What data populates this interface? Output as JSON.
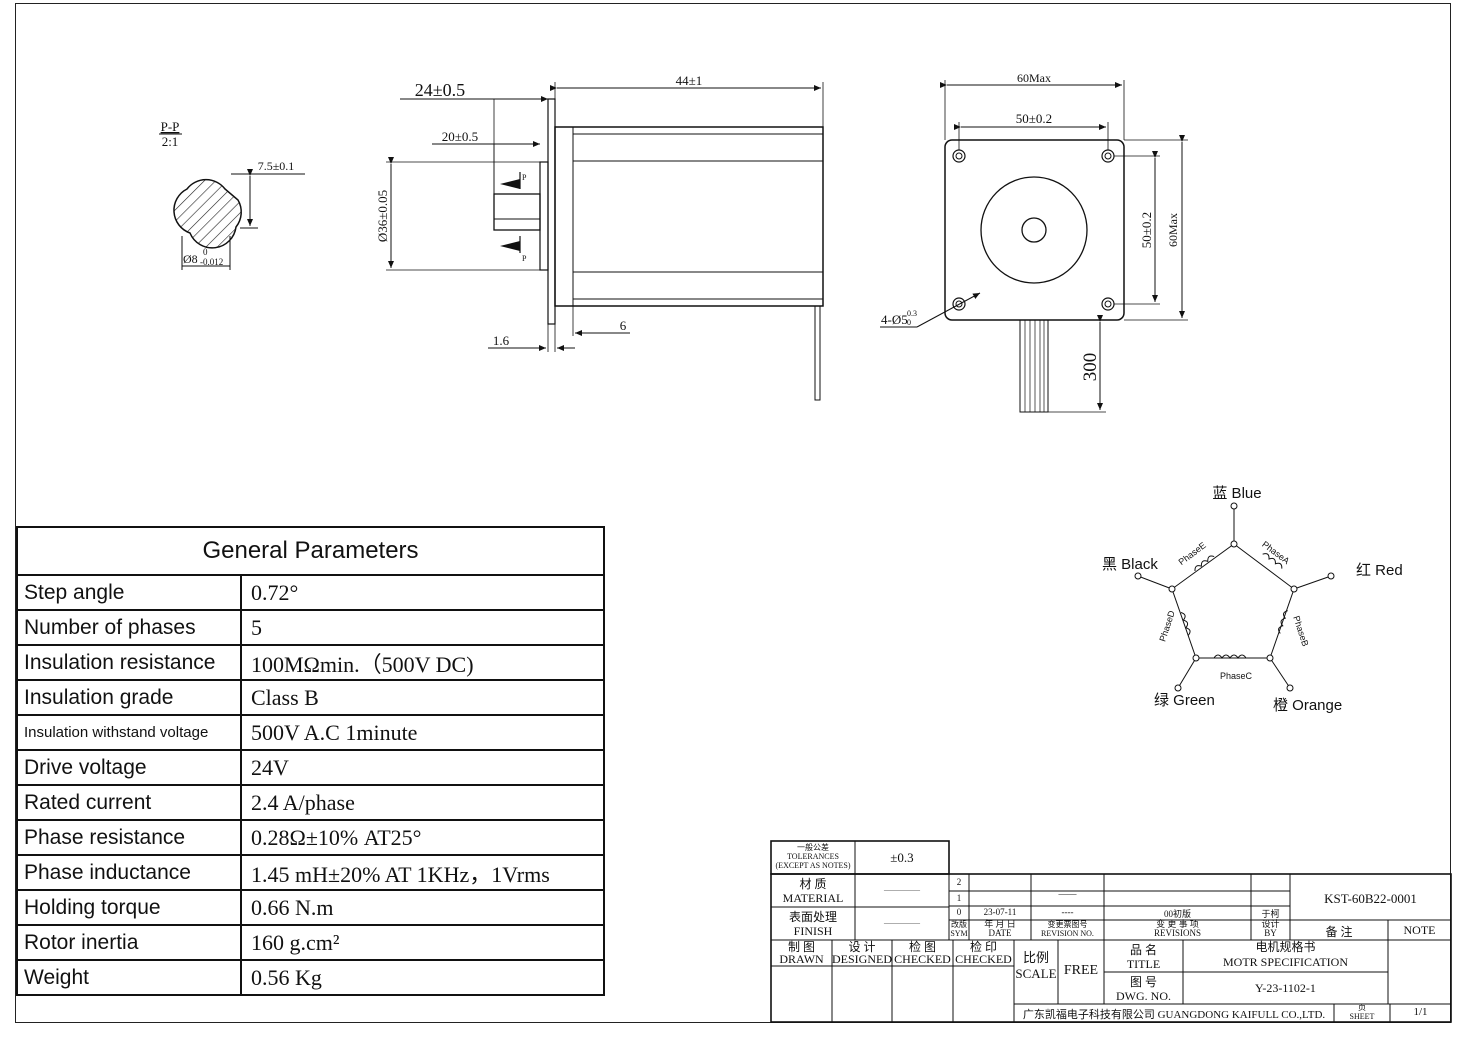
{
  "section_view": {
    "label_top": "P-P",
    "label_bottom": "2:1",
    "flat_dim": "7.5±0.1",
    "dia_dim": "Ø8",
    "dia_tol_upper": "0",
    "dia_tol_lower": "-0.012"
  },
  "side_view": {
    "shaft_len": "24±0.5",
    "body_len": "44±1",
    "flat_len": "20±0.5",
    "pilot_dia": "Ø36±0.05",
    "flange_thk": "1.6",
    "boss": "6",
    "section_mark": "P"
  },
  "front_view": {
    "overall_w": "60Max",
    "hole_pitch_h": "50±0.2",
    "hole_pitch_v": "50±0.2",
    "overall_h": "60Max",
    "holes": "4-Ø5",
    "holes_tol": "0.3",
    "holes_tol_lower": "0",
    "lead_len": "300"
  },
  "wiring": {
    "blue": "蓝 Blue",
    "red": "红 Red",
    "orange": "橙 Orange",
    "green": "绿 Green",
    "black": "黑 Black",
    "phaseA": "PhaseA",
    "phaseB": "PhaseB",
    "phaseC": "PhaseC",
    "phaseD": "PhaseD",
    "phaseE": "PhaseE"
  },
  "general_parameters": {
    "title": "General Parameters",
    "rows": [
      {
        "label": "Step angle",
        "value": "0.72°"
      },
      {
        "label": "Number of phases",
        "value": "5"
      },
      {
        "label": "Insulation resistance",
        "value": "100MΩmin.（500V DC)"
      },
      {
        "label": "Insulation grade",
        "value": "Class B"
      },
      {
        "label": "Insulation withstand voltage",
        "value": "500V A.C 1minute"
      },
      {
        "label": "Drive voltage",
        "value": "24V"
      },
      {
        "label": "Rated current",
        "value": "2.4 A/phase"
      },
      {
        "label": "Phase resistance",
        "value": "0.28Ω±10%  AT25°"
      },
      {
        "label": "Phase inductance",
        "value": "1.45 mH±20%  AT 1KHz，1Vrms"
      },
      {
        "label": "Holding torque",
        "value": "0.66 N.m"
      },
      {
        "label": "Rotor inertia",
        "value": "160 g.cm²"
      },
      {
        "label": "Weight",
        "value": "0.56 Kg"
      }
    ]
  },
  "title_block": {
    "tol_cn": "一般公差",
    "tol_en1": "TOLERANCES",
    "tol_en2": "(EXCEPT AS NOTES)",
    "tol_value": "±0.3",
    "material_cn": "材  质",
    "material_en": "MATERIAL",
    "material_value": "———",
    "finish_cn": "表面处理",
    "finish_en": "FINISH",
    "finish_value": "———",
    "rev2": "2",
    "rev1": "1",
    "rev0": "0",
    "rev_date": "23-07-11",
    "rev_no_dash": "——",
    "rev_no": "----",
    "rev_desc": "00初版",
    "rev_by": "于柯",
    "rev_sym_cn": "改版",
    "rev_sym_en": "SYM",
    "date_cn": "年 月 日",
    "date_en": "DATE",
    "revno_cn": "变更票图号",
    "revno_en": "REVISION NO.",
    "revisions_cn": "变  更  事  项",
    "revisions_en": "REVISIONS",
    "by_cn": "设计",
    "by_en": "BY",
    "note_cn": "备   注",
    "note_en": "NOTE",
    "drawing_no_top": "KST-60B22-0001",
    "drawn_cn": "制  图",
    "drawn_en": "DRAWN",
    "designed_cn": "设  计",
    "designed_en": "DESIGNED",
    "checked_cn": "检  图",
    "checked_en": "CHECKED",
    "approved_cn": "检  印",
    "approved_en": "CHECKED",
    "scale_cn": "比例",
    "scale_en": "SCALE",
    "scale_value": "FREE",
    "title_cn": "品  名",
    "title_en": "TITLE",
    "title_value_cn": "电机规格书",
    "title_value_en": "MOTR SPECIFICATION",
    "dwg_cn": "图  号",
    "dwg_en": "DWG. NO.",
    "dwg_value": "Y-23-1102-1",
    "company": "广东凯福电子科技有限公司 GUANGDONG KAIFULL CO.,LTD.",
    "sheet_cn": "页",
    "sheet_en": "SHEET",
    "sheet_value": "1/1"
  }
}
